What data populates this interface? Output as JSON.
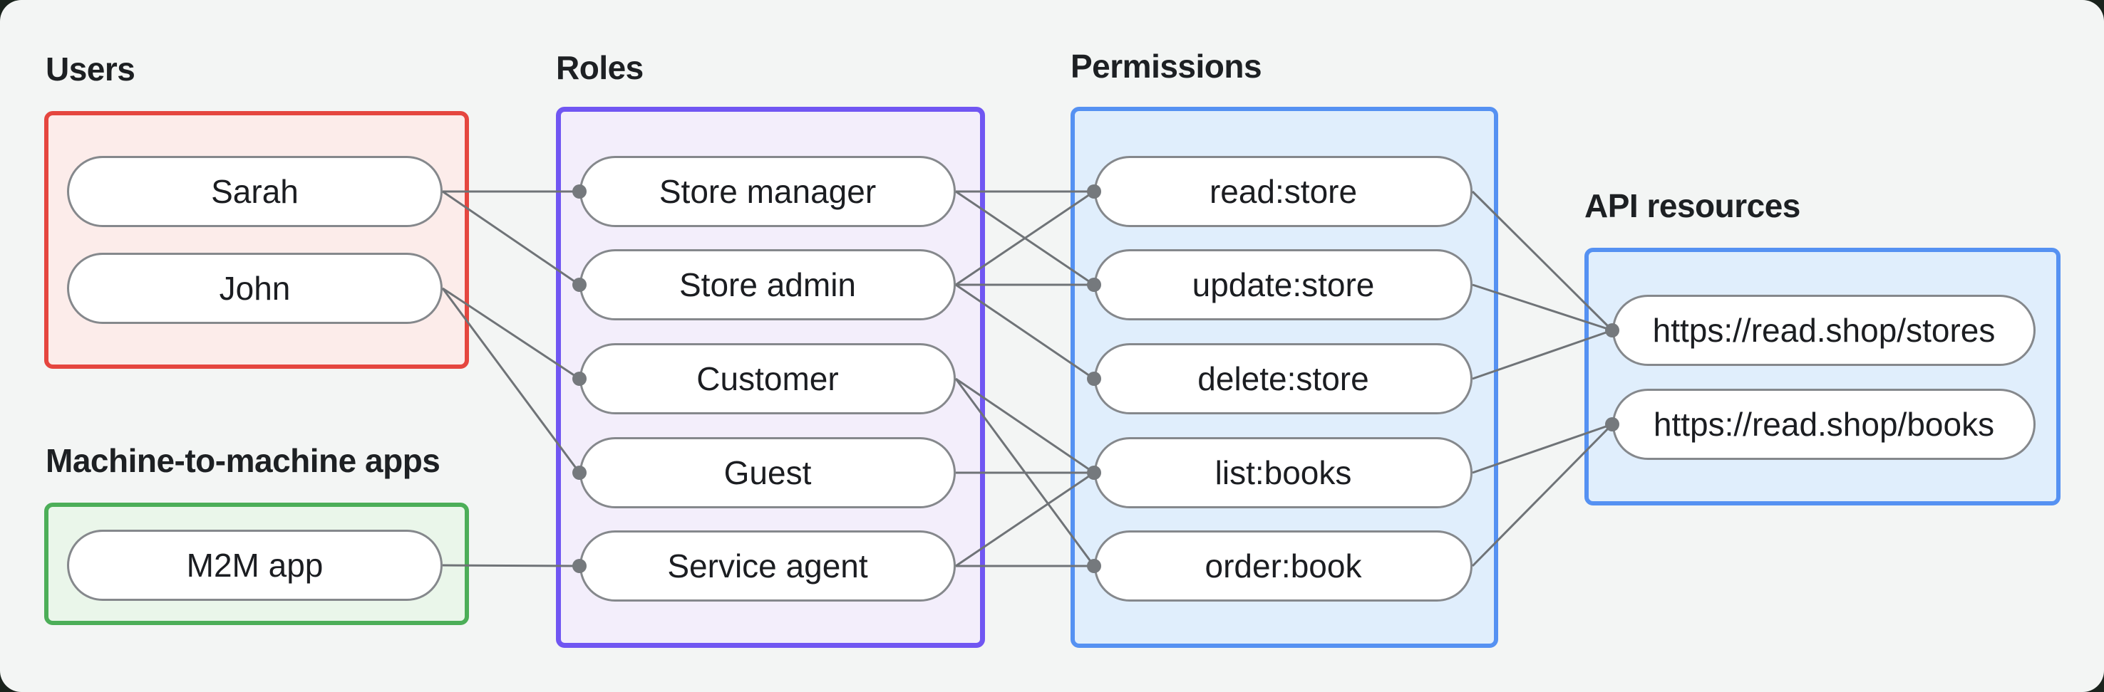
{
  "page": {
    "background": "#f3f5f4",
    "outer_background": "#1a231d"
  },
  "groups": [
    {
      "id": "users",
      "label": "Users",
      "border_color": "#e5463f",
      "fill_color": "#fcecea",
      "nodes": [
        {
          "id": "sarah",
          "label": "Sarah"
        },
        {
          "id": "john",
          "label": "John"
        }
      ]
    },
    {
      "id": "m2m-apps",
      "label": "Machine-to-machine apps",
      "border_color": "#4cae58",
      "fill_color": "#eaf6ea",
      "nodes": [
        {
          "id": "m2m-app",
          "label": "M2M app"
        }
      ]
    },
    {
      "id": "roles",
      "label": "Roles",
      "border_color": "#7056f2",
      "fill_color": "#f3eefb",
      "nodes": [
        {
          "id": "store-manager",
          "label": "Store manager"
        },
        {
          "id": "store-admin",
          "label": "Store admin"
        },
        {
          "id": "customer",
          "label": "Customer"
        },
        {
          "id": "guest",
          "label": "Guest"
        },
        {
          "id": "service-agent",
          "label": "Service agent"
        }
      ]
    },
    {
      "id": "permissions",
      "label": "Permissions",
      "border_color": "#5591f2",
      "fill_color": "#e0eefc",
      "nodes": [
        {
          "id": "read-store",
          "label": "read:store"
        },
        {
          "id": "update-store",
          "label": "update:store"
        },
        {
          "id": "delete-store",
          "label": "delete:store"
        },
        {
          "id": "list-books",
          "label": "list:books"
        },
        {
          "id": "order-book",
          "label": "order:book"
        }
      ]
    },
    {
      "id": "api-resources",
      "label": "API resources",
      "border_color": "#5591f2",
      "fill_color": "#e0eefc",
      "nodes": [
        {
          "id": "api-stores",
          "label": "https://read.shop/stores"
        },
        {
          "id": "api-books",
          "label": "https://read.shop/books"
        }
      ]
    }
  ],
  "edges": [
    [
      "sarah",
      "store-manager"
    ],
    [
      "sarah",
      "store-admin"
    ],
    [
      "john",
      "customer"
    ],
    [
      "john",
      "guest"
    ],
    [
      "m2m-app",
      "service-agent"
    ],
    [
      "store-manager",
      "read-store"
    ],
    [
      "store-manager",
      "update-store"
    ],
    [
      "store-admin",
      "read-store"
    ],
    [
      "store-admin",
      "update-store"
    ],
    [
      "store-admin",
      "delete-store"
    ],
    [
      "customer",
      "list-books"
    ],
    [
      "customer",
      "order-book"
    ],
    [
      "guest",
      "list-books"
    ],
    [
      "service-agent",
      "list-books"
    ],
    [
      "service-agent",
      "order-book"
    ],
    [
      "read-store",
      "api-stores"
    ],
    [
      "update-store",
      "api-stores"
    ],
    [
      "delete-store",
      "api-stores"
    ],
    [
      "list-books",
      "api-books"
    ],
    [
      "order-book",
      "api-books"
    ]
  ],
  "edge_style": {
    "line_color": "#6f7377",
    "dot_color": "#75797d"
  },
  "node_style": {
    "border_color": "#85888c",
    "fill_color": "#ffffff",
    "text_color": "#1b1d21"
  }
}
